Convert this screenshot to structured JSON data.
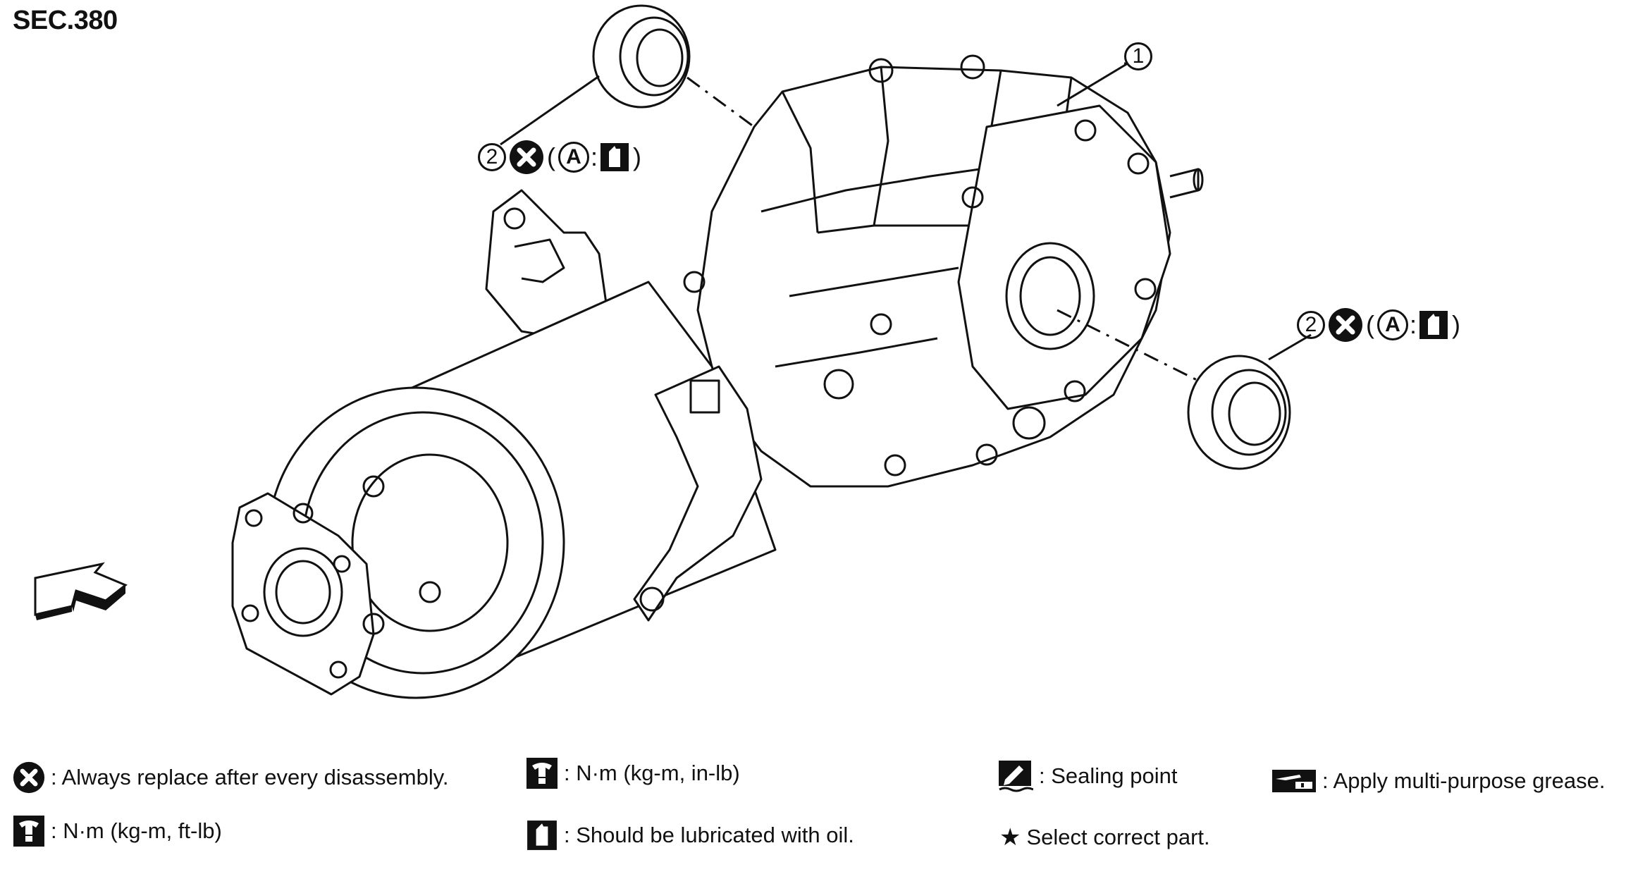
{
  "section_label": "SEC.380",
  "callouts": {
    "part1": "1",
    "part2": "2",
    "letter": "A",
    "open_paren": "(",
    "close_paren": ")",
    "colon": ":"
  },
  "legend": {
    "replace": ": Always replace after every disassembly.",
    "torque_in": ": N·m (kg-m, in-lb)",
    "sealing": ": Sealing point",
    "grease": ": Apply multi-purpose grease.",
    "torque_ft": ": N·m (kg-m, ft-lb)",
    "oil": ": Should be lubricated with oil.",
    "select": "Select correct part.",
    "star": "★"
  }
}
